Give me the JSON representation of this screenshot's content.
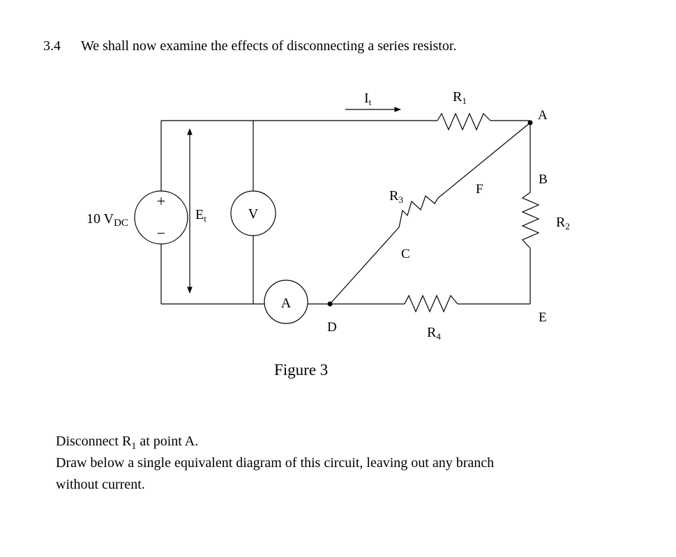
{
  "question": {
    "number": "3.4",
    "title": "We shall now examine the effects of disconnecting a series resistor."
  },
  "circuit": {
    "source": {
      "value": "10 V",
      "subscript": "DC",
      "plus": "+",
      "minus": "−"
    },
    "et": {
      "main": "E",
      "sub": "t"
    },
    "it": {
      "main": "I",
      "sub": "t"
    },
    "voltmeter": "V",
    "ammeter": "A",
    "resistors": {
      "r1": {
        "main": "R",
        "sub": "1"
      },
      "r2": {
        "main": "R",
        "sub": "2"
      },
      "r3": {
        "main": "R",
        "sub": "3"
      },
      "r4": {
        "main": "R",
        "sub": "4"
      }
    },
    "points": {
      "a": "A",
      "b": "B",
      "c": "C",
      "d": "D",
      "e": "E",
      "f": "F"
    }
  },
  "figure_caption": "Figure 3",
  "instructions": {
    "line1_prefix": "Disconnect  R",
    "line1_sub": "1",
    "line1_suffix": " at point A.",
    "line2": "Draw below a single equivalent diagram of this circuit, leaving out any branch",
    "line3": "without current."
  }
}
